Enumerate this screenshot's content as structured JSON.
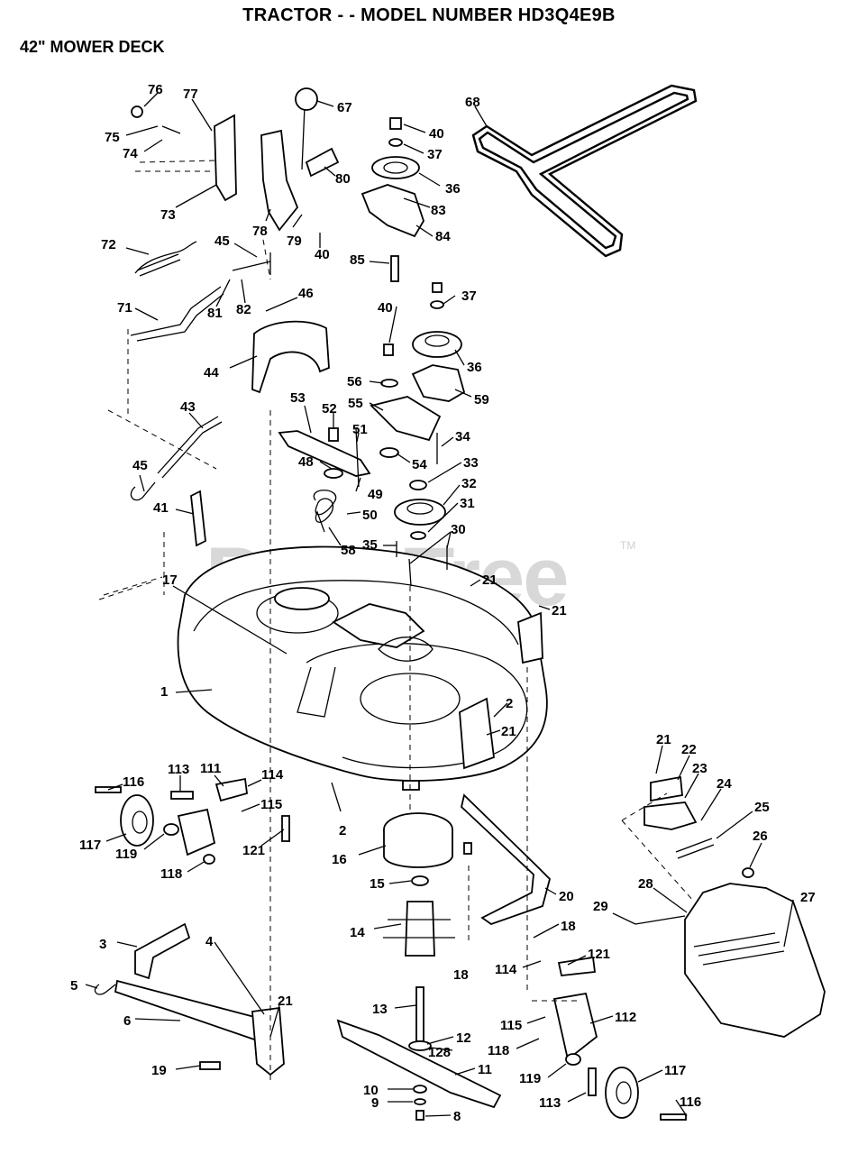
{
  "title": "TRACTOR - - MODEL NUMBER HD3Q4E9B",
  "subtitle": "42\" MOWER DECK",
  "watermark": "PartsTree",
  "watermark_tm": "TM",
  "callouts": [
    "76",
    "77",
    "67",
    "68",
    "75",
    "74",
    "40",
    "37",
    "36",
    "80",
    "73",
    "83",
    "84",
    "78",
    "79",
    "40",
    "72",
    "45",
    "85",
    "46",
    "40",
    "37",
    "71",
    "81",
    "82",
    "44",
    "36",
    "56",
    "59",
    "53",
    "52",
    "55",
    "51",
    "43",
    "34",
    "48",
    "54",
    "33",
    "32",
    "45",
    "49",
    "31",
    "50",
    "41",
    "58",
    "35",
    "30",
    "21",
    "17",
    "21",
    "1",
    "2",
    "21",
    "21",
    "22",
    "23",
    "116",
    "113",
    "111",
    "114",
    "24",
    "115",
    "25",
    "117",
    "119",
    "121",
    "16",
    "26",
    "118",
    "15",
    "27",
    "28",
    "20",
    "29",
    "14",
    "18",
    "3",
    "4",
    "121",
    "114",
    "18",
    "5",
    "21",
    "13",
    "115",
    "112",
    "6",
    "12",
    "128",
    "118",
    "11",
    "119",
    "117",
    "19",
    "10",
    "113",
    "116",
    "9",
    "8",
    "2"
  ]
}
